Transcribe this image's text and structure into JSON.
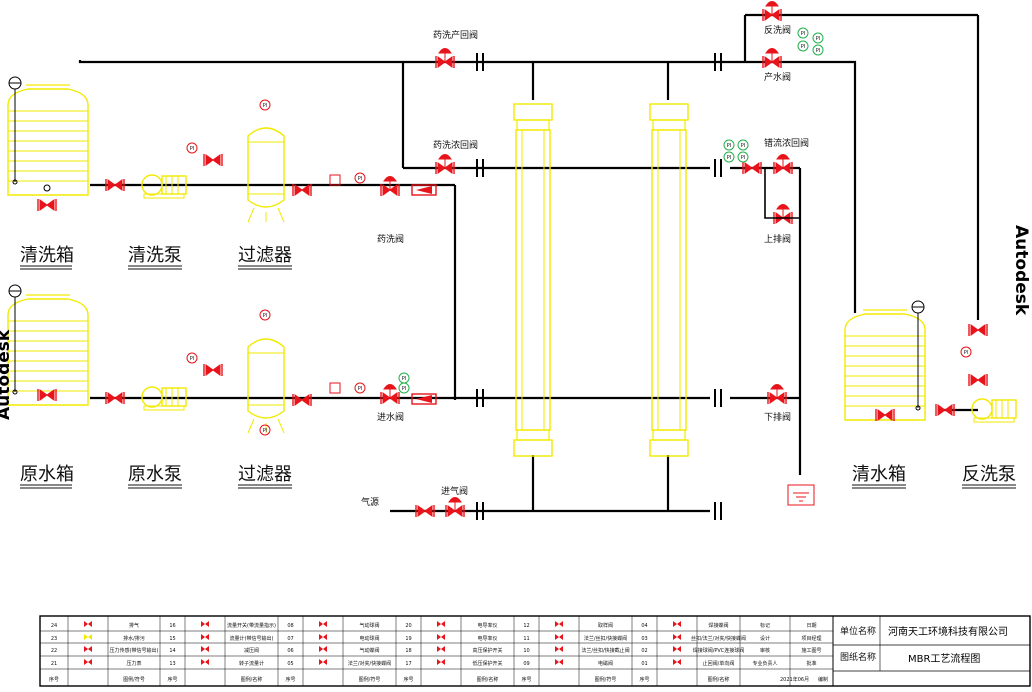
{
  "equipment_labels": {
    "clean_tank": "清洗箱",
    "clean_pump": "清洗泵",
    "filter_top": "过滤器",
    "raw_tank": "原水箱",
    "raw_pump": "原水泵",
    "filter_bottom": "过滤器",
    "clear_tank": "清水箱",
    "backwash_pump": "反洗泵"
  },
  "valve_labels": {
    "chem_product_return": "药洗产回阀",
    "chem_conc_return": "药洗浓回阀",
    "chem_valve": "药洗阀",
    "inlet_valve": "进水阀",
    "air_source": "气源",
    "air_inlet_valve": "进气阀",
    "backwash_valve": "反洗阀",
    "product_valve": "产水阀",
    "crossflow_return": "错流浓回阀",
    "upper_drain": "上排阀",
    "lower_drain": "下排阀"
  },
  "watermark": "Autodesk",
  "title_block": {
    "company_label": "单位名称",
    "company": "河南天工环境科技有限公司",
    "drawing_label": "图纸名称",
    "drawing": "MBR工艺流程图",
    "date": "2021年06月",
    "drawn_by": "编制"
  },
  "legend_rows": [
    [
      "24",
      "排气",
      "16",
      "流量开关(带流量指示)",
      "08",
      "气动球阀",
      "20",
      "电导率仪",
      "12",
      "取样阀",
      "04",
      "焊接蝶阀",
      "标记",
      "日期"
    ],
    [
      "23",
      "排水/排污",
      "15",
      "流量计(带信号输出)",
      "07",
      "电动球阀",
      "19",
      "电导率仪",
      "11",
      "法兰/丝扣/快接蝶阀",
      "03",
      "丝扣/法兰/对夹/快接蝶阀",
      "设计",
      "项目经理"
    ],
    [
      "22",
      "压力传感(带信号输出)",
      "14",
      "减压阀",
      "06",
      "气动蝶阀",
      "18",
      "高压保护开关",
      "10",
      "法兰/丝扣/快接截止阀",
      "02",
      "焊接球阀/PVC连接球阀",
      "审核",
      "施工图号"
    ],
    [
      "21",
      "压力表",
      "13",
      "转子流量计",
      "05",
      "法兰/对夹/快接蝶阀",
      "17",
      "低压保护开关",
      "09",
      "电磁阀",
      "01",
      "止回阀/单向阀",
      "专业负责人",
      "批准"
    ],
    [
      "序号",
      "图例/符号",
      "序号",
      "图例/名称",
      "序号",
      "图例/符号",
      "序号",
      "图例/名称",
      "序号",
      "图例/符号",
      "序号",
      "图例/名称",
      "",
      ""
    ]
  ]
}
